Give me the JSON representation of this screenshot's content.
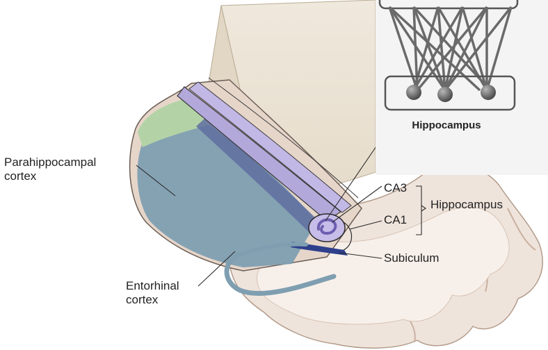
{
  "labels": {
    "parahippocampal_line1": "Parahippocampal",
    "parahippocampal_line2": "cortex",
    "entorhinal_line1": "Entorhinal",
    "entorhinal_line2": "cortex",
    "ca3": "CA3",
    "ca1": "CA1",
    "hippocampus": "Hippocampus",
    "subiculum": "Subiculum"
  },
  "inset": {
    "title": "Hippocampus"
  },
  "colors": {
    "tissue": "#efe4dc",
    "gray_matter": "#e4d2c6",
    "parahippocampal": "#b3d3a6",
    "entorhinal": "#7f9fb1",
    "hippocampus_band": "#b3a8da",
    "dark_band": "#5f6fa0",
    "box_face": "#ece4d6",
    "line": "#2a2a2a",
    "node": "#6a6a6a"
  }
}
